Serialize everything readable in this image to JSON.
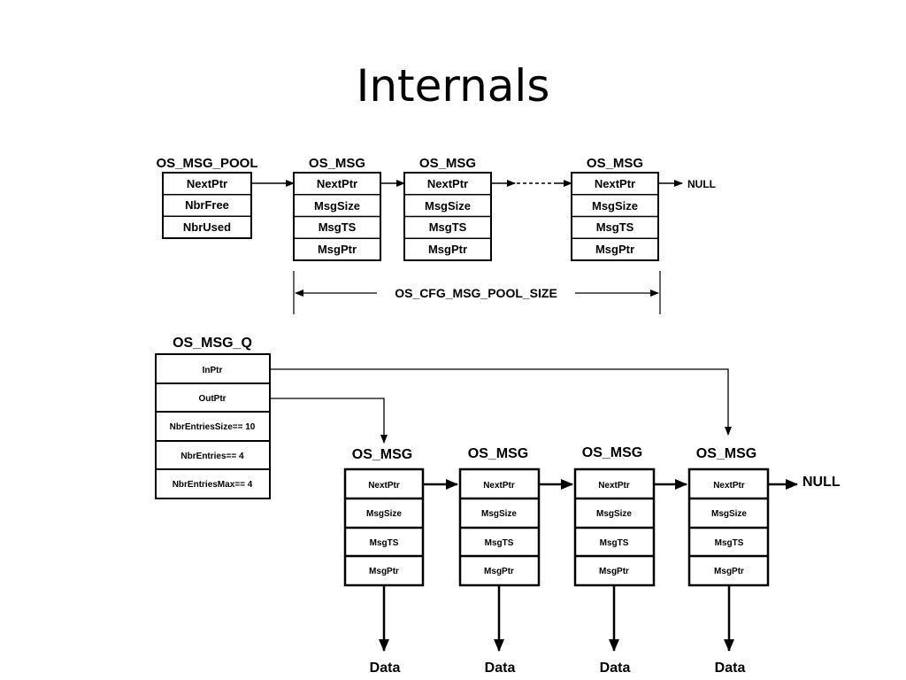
{
  "title": "Internals",
  "pool": {
    "label": "OS_MSG_POOL",
    "fields": [
      "NextPtr",
      "NbrFree",
      "NbrUsed"
    ]
  },
  "pool_msgs": {
    "label": "OS_MSG",
    "fields": [
      "NextPtr",
      "MsgSize",
      "MsgTS",
      "MsgPtr"
    ],
    "count": 3
  },
  "null_label": "NULL",
  "pool_size_label": "OS_CFG_MSG_POOL_SIZE",
  "queue": {
    "label": "OS_MSG_Q",
    "fields": [
      "InPtr",
      "OutPtr",
      "NbrEntriesSize== 10",
      "NbrEntries== 4",
      "NbrEntriesMax== 4"
    ]
  },
  "queue_msgs": {
    "label": "OS_MSG",
    "fields": [
      "NextPtr",
      "MsgSize",
      "MsgTS",
      "MsgPtr"
    ],
    "count": 4
  },
  "data_label": "Data"
}
